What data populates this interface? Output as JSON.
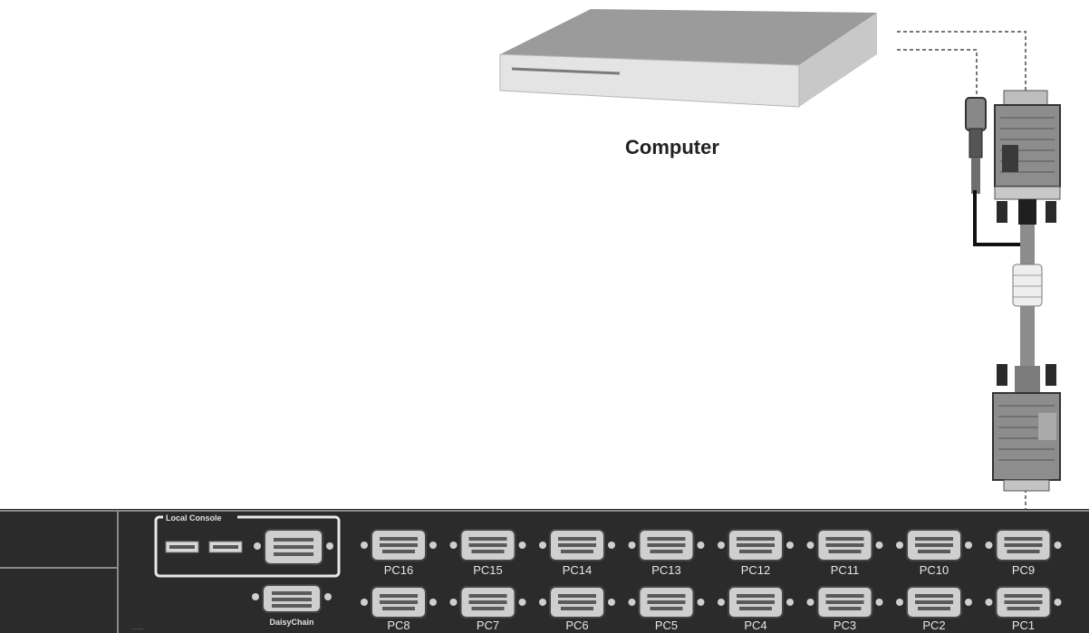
{
  "computer_label": "Computer",
  "local_console_label": "Local Console",
  "daisychain_label": "DaisyChain",
  "ports_top": [
    "PC16",
    "PC15",
    "PC14",
    "PC13",
    "PC12",
    "PC11",
    "PC10",
    "PC9"
  ],
  "ports_bottom": [
    "PC8",
    "PC7",
    "PC6",
    "PC5",
    "PC4",
    "PC3",
    "PC2",
    "PC1"
  ],
  "colors": {
    "panel": "#2b2b2b",
    "panel_line": "#8a8a8a",
    "port_fill": "#cfcfcf",
    "port_pins": "#5a5a5a",
    "computer_top": "#9a9a9a",
    "computer_front": "#e6e6e6",
    "cable": "#8c8c8c"
  }
}
